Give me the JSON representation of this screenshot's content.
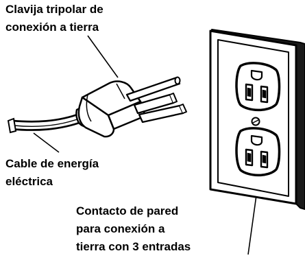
{
  "labels": {
    "plug": [
      "Clavija tripolar de",
      "conexión a tierra"
    ],
    "cable": [
      "Cable de energía",
      "eléctrica"
    ],
    "outlet": [
      "Contacto de pared",
      "para conexión a",
      "tierra con 3 entradas"
    ]
  },
  "colors": {
    "ink": "#000000",
    "paper": "#ffffff",
    "plate_shadow": "#1a1a1a"
  }
}
